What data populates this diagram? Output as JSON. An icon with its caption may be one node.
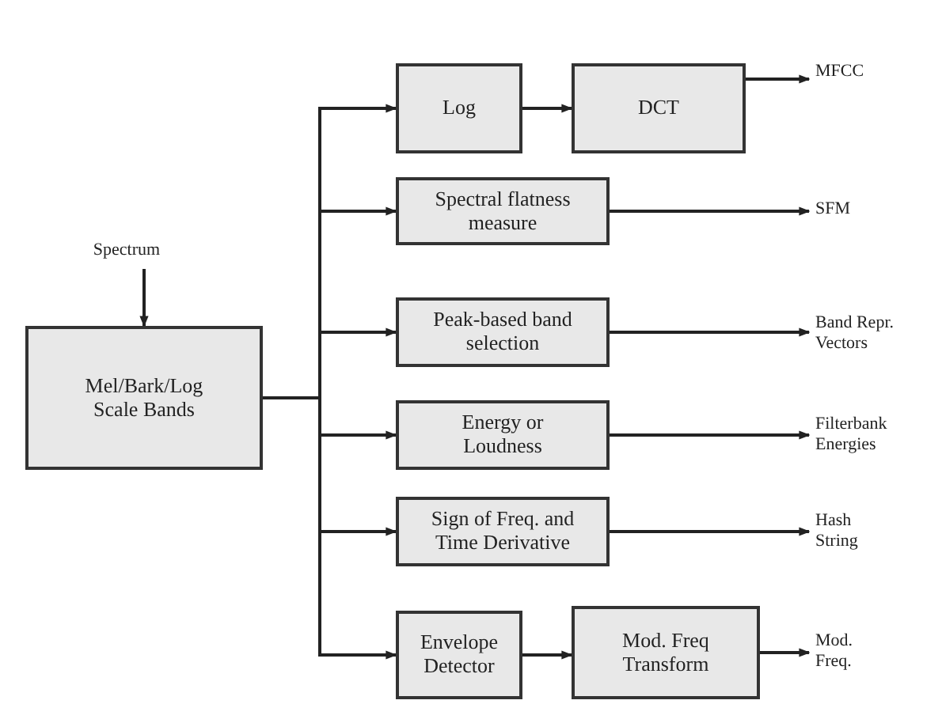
{
  "diagram": {
    "nodes": [
      {
        "text": [
          "Spectrum"
        ]
      },
      {
        "text": [
          "Mel/Bark/Log Scale Bands"
        ]
      },
      {
        "text": [
          "Log"
        ]
      },
      {
        "text": [
          "DCT"
        ]
      },
      {
        "text": [
          "MFCC"
        ]
      },
      {
        "text": [
          "Spectral flatness measure"
        ]
      },
      {
        "text": [
          "SFM"
        ]
      },
      {
        "text": [
          "Peak-based band selection"
        ]
      },
      {
        "text": [
          "Band Repr. Vectors"
        ]
      },
      {
        "text": [
          "Energy or Loudness"
        ]
      },
      {
        "text": [
          "Filterbank Energies"
        ]
      },
      {
        "text": [
          "Sign of Freq. and Time Derivative"
        ]
      },
      {
        "text": [
          "Hash String"
        ]
      },
      {
        "text": [
          "Envelope Detector"
        ]
      },
      {
        "text": [
          "Mod. Freq Transform"
        ]
      },
      {
        "text": [
          "Mod. Freq."
        ]
      }
    ],
    "edges": [
      {
        "from": 0,
        "to": 1,
        "arrow": "to"
      },
      {
        "from": 1,
        "to": 2,
        "arrow": "to"
      },
      {
        "from": 1,
        "to": 5,
        "arrow": "to"
      },
      {
        "from": 1,
        "to": 7,
        "arrow": "to"
      },
      {
        "from": 1,
        "to": 9,
        "arrow": "to"
      },
      {
        "from": 1,
        "to": 11,
        "arrow": "to"
      },
      {
        "from": 1,
        "to": 13,
        "arrow": "to"
      },
      {
        "from": 2,
        "to": 3,
        "arrow": "to"
      },
      {
        "from": 3,
        "to": 4,
        "arrow": "to"
      },
      {
        "from": 5,
        "to": 6,
        "arrow": "to"
      },
      {
        "from": 7,
        "to": 8,
        "arrow": "to"
      },
      {
        "from": 9,
        "to": 10,
        "arrow": "to"
      },
      {
        "from": 11,
        "to": 12,
        "arrow": "to"
      },
      {
        "from": 13,
        "to": 14,
        "arrow": "to"
      },
      {
        "from": 14,
        "to": 15,
        "arrow": "to"
      }
    ]
  }
}
